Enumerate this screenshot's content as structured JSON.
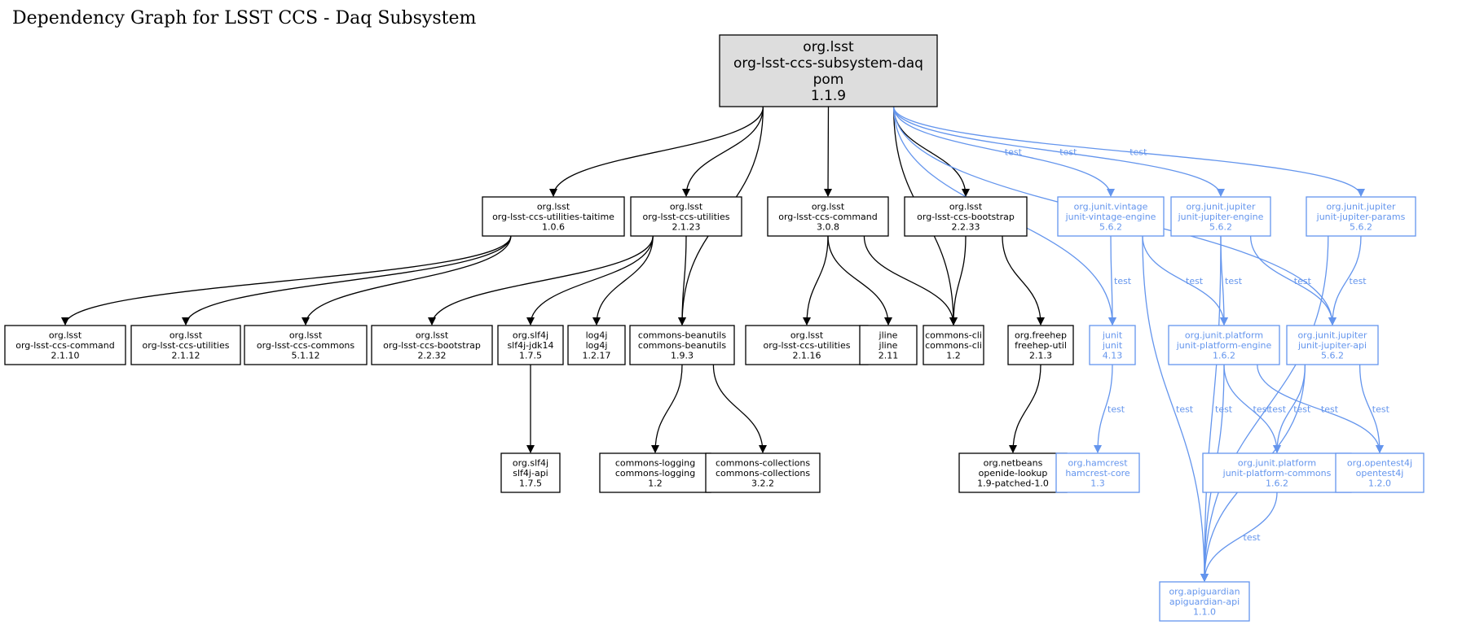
{
  "title": "Dependency Graph for LSST CCS - Daq Subsystem",
  "colors": {
    "test": "#6495ed",
    "compile": "#000000",
    "root_fill": "#dddddd"
  },
  "nodes": [
    {
      "id": "root",
      "lines": [
        "org.lsst",
        "org-lsst-ccs-subsystem-daq",
        "pom",
        "1.1.9"
      ],
      "kind": "root"
    },
    {
      "id": "taitime",
      "lines": [
        "org.lsst",
        "org-lsst-ccs-utilities-taitime",
        "1.0.6"
      ],
      "kind": "compile"
    },
    {
      "id": "util2123",
      "lines": [
        "org.lsst",
        "org-lsst-ccs-utilities",
        "2.1.23"
      ],
      "kind": "compile"
    },
    {
      "id": "cmd308",
      "lines": [
        "org.lsst",
        "org-lsst-ccs-command",
        "3.0.8"
      ],
      "kind": "compile"
    },
    {
      "id": "boot2233",
      "lines": [
        "org.lsst",
        "org-lsst-ccs-bootstrap",
        "2.2.33"
      ],
      "kind": "compile"
    },
    {
      "id": "vintage",
      "lines": [
        "org.junit.vintage",
        "junit-vintage-engine",
        "5.6.2"
      ],
      "kind": "test"
    },
    {
      "id": "jupeng",
      "lines": [
        "org.junit.jupiter",
        "junit-jupiter-engine",
        "5.6.2"
      ],
      "kind": "test"
    },
    {
      "id": "juppar",
      "lines": [
        "org.junit.jupiter",
        "junit-jupiter-params",
        "5.6.2"
      ],
      "kind": "test"
    },
    {
      "id": "cmd2110",
      "lines": [
        "org.lsst",
        "org-lsst-ccs-command",
        "2.1.10"
      ],
      "kind": "compile"
    },
    {
      "id": "util2112",
      "lines": [
        "org.lsst",
        "org-lsst-ccs-utilities",
        "2.1.12"
      ],
      "kind": "compile"
    },
    {
      "id": "commons5112",
      "lines": [
        "org.lsst",
        "org-lsst-ccs-commons",
        "5.1.12"
      ],
      "kind": "compile"
    },
    {
      "id": "boot2232",
      "lines": [
        "org.lsst",
        "org-lsst-ccs-bootstrap",
        "2.2.32"
      ],
      "kind": "compile"
    },
    {
      "id": "slf4jjdk",
      "lines": [
        "org.slf4j",
        "slf4j-jdk14",
        "1.7.5"
      ],
      "kind": "compile"
    },
    {
      "id": "log4j",
      "lines": [
        "log4j",
        "log4j",
        "1.2.17"
      ],
      "kind": "compile"
    },
    {
      "id": "beanutils",
      "lines": [
        "commons-beanutils",
        "commons-beanutils",
        "1.9.3"
      ],
      "kind": "compile"
    },
    {
      "id": "util2116",
      "lines": [
        "org.lsst",
        "org-lsst-ccs-utilities",
        "2.1.16"
      ],
      "kind": "compile"
    },
    {
      "id": "jline",
      "lines": [
        "jline",
        "jline",
        "2.11"
      ],
      "kind": "compile"
    },
    {
      "id": "cli",
      "lines": [
        "commons-cli",
        "commons-cli",
        "1.2"
      ],
      "kind": "compile"
    },
    {
      "id": "freehep",
      "lines": [
        "org.freehep",
        "freehep-util",
        "2.1.3"
      ],
      "kind": "compile"
    },
    {
      "id": "junit",
      "lines": [
        "junit",
        "junit",
        "4.13"
      ],
      "kind": "test"
    },
    {
      "id": "plateng",
      "lines": [
        "org.junit.platform",
        "junit-platform-engine",
        "1.6.2"
      ],
      "kind": "test"
    },
    {
      "id": "jupapi",
      "lines": [
        "org.junit.jupiter",
        "junit-jupiter-api",
        "5.6.2"
      ],
      "kind": "test"
    },
    {
      "id": "slf4japi",
      "lines": [
        "org.slf4j",
        "slf4j-api",
        "1.7.5"
      ],
      "kind": "compile"
    },
    {
      "id": "logging",
      "lines": [
        "commons-logging",
        "commons-logging",
        "1.2"
      ],
      "kind": "compile"
    },
    {
      "id": "collections",
      "lines": [
        "commons-collections",
        "commons-collections",
        "3.2.2"
      ],
      "kind": "compile"
    },
    {
      "id": "openide",
      "lines": [
        "org.netbeans",
        "openide-lookup",
        "1.9-patched-1.0"
      ],
      "kind": "compile"
    },
    {
      "id": "hamcrest",
      "lines": [
        "org.hamcrest",
        "hamcrest-core",
        "1.3"
      ],
      "kind": "test"
    },
    {
      "id": "platcom",
      "lines": [
        "org.junit.platform",
        "junit-platform-commons",
        "1.6.2"
      ],
      "kind": "test"
    },
    {
      "id": "opentest",
      "lines": [
        "org.opentest4j",
        "opentest4j",
        "1.2.0"
      ],
      "kind": "test"
    },
    {
      "id": "apiguard",
      "lines": [
        "org.apiguardian",
        "apiguardian-api",
        "1.1.0"
      ],
      "kind": "test"
    }
  ],
  "edges": [
    {
      "from": "root",
      "to": "taitime"
    },
    {
      "from": "root",
      "to": "util2123"
    },
    {
      "from": "root",
      "to": "beanutils"
    },
    {
      "from": "root",
      "to": "cmd308"
    },
    {
      "from": "root",
      "to": "cli"
    },
    {
      "from": "root",
      "to": "boot2233"
    },
    {
      "from": "root",
      "to": "junit",
      "label": "test"
    },
    {
      "from": "root",
      "to": "vintage",
      "label": "test"
    },
    {
      "from": "root",
      "to": "jupeng",
      "label": "test"
    },
    {
      "from": "root",
      "to": "jupapi",
      "label": "test"
    },
    {
      "from": "root",
      "to": "juppar",
      "label": "test"
    },
    {
      "from": "taitime",
      "to": "cmd2110"
    },
    {
      "from": "taitime",
      "to": "util2112"
    },
    {
      "from": "taitime",
      "to": "commons5112"
    },
    {
      "from": "util2123",
      "to": "boot2232"
    },
    {
      "from": "util2123",
      "to": "slf4jjdk"
    },
    {
      "from": "util2123",
      "to": "log4j"
    },
    {
      "from": "util2123",
      "to": "beanutils"
    },
    {
      "from": "cmd308",
      "to": "util2116"
    },
    {
      "from": "cmd308",
      "to": "jline"
    },
    {
      "from": "cmd308",
      "to": "cli"
    },
    {
      "from": "boot2233",
      "to": "cli"
    },
    {
      "from": "boot2233",
      "to": "freehep"
    },
    {
      "from": "vintage",
      "to": "junit",
      "label": "test"
    },
    {
      "from": "vintage",
      "to": "plateng",
      "label": "test"
    },
    {
      "from": "vintage",
      "to": "apiguard",
      "label": "test"
    },
    {
      "from": "jupeng",
      "to": "plateng",
      "label": "test"
    },
    {
      "from": "jupeng",
      "to": "jupapi",
      "label": "test"
    },
    {
      "from": "jupeng",
      "to": "apiguard",
      "label": "test"
    },
    {
      "from": "juppar",
      "to": "jupapi",
      "label": "test"
    },
    {
      "from": "juppar",
      "to": "apiguard",
      "label": "test"
    },
    {
      "from": "slf4jjdk",
      "to": "slf4japi"
    },
    {
      "from": "beanutils",
      "to": "logging"
    },
    {
      "from": "beanutils",
      "to": "collections"
    },
    {
      "from": "freehep",
      "to": "openide"
    },
    {
      "from": "junit",
      "to": "hamcrest",
      "label": "test"
    },
    {
      "from": "plateng",
      "to": "platcom",
      "label": "test"
    },
    {
      "from": "plateng",
      "to": "opentest",
      "label": "test"
    },
    {
      "from": "plateng",
      "to": "apiguard",
      "label": "test"
    },
    {
      "from": "jupapi",
      "to": "platcom",
      "label": "test"
    },
    {
      "from": "jupapi",
      "to": "opentest",
      "label": "test"
    },
    {
      "from": "jupapi",
      "to": "apiguard",
      "label": "test"
    },
    {
      "from": "platcom",
      "to": "apiguard",
      "label": "test"
    }
  ]
}
